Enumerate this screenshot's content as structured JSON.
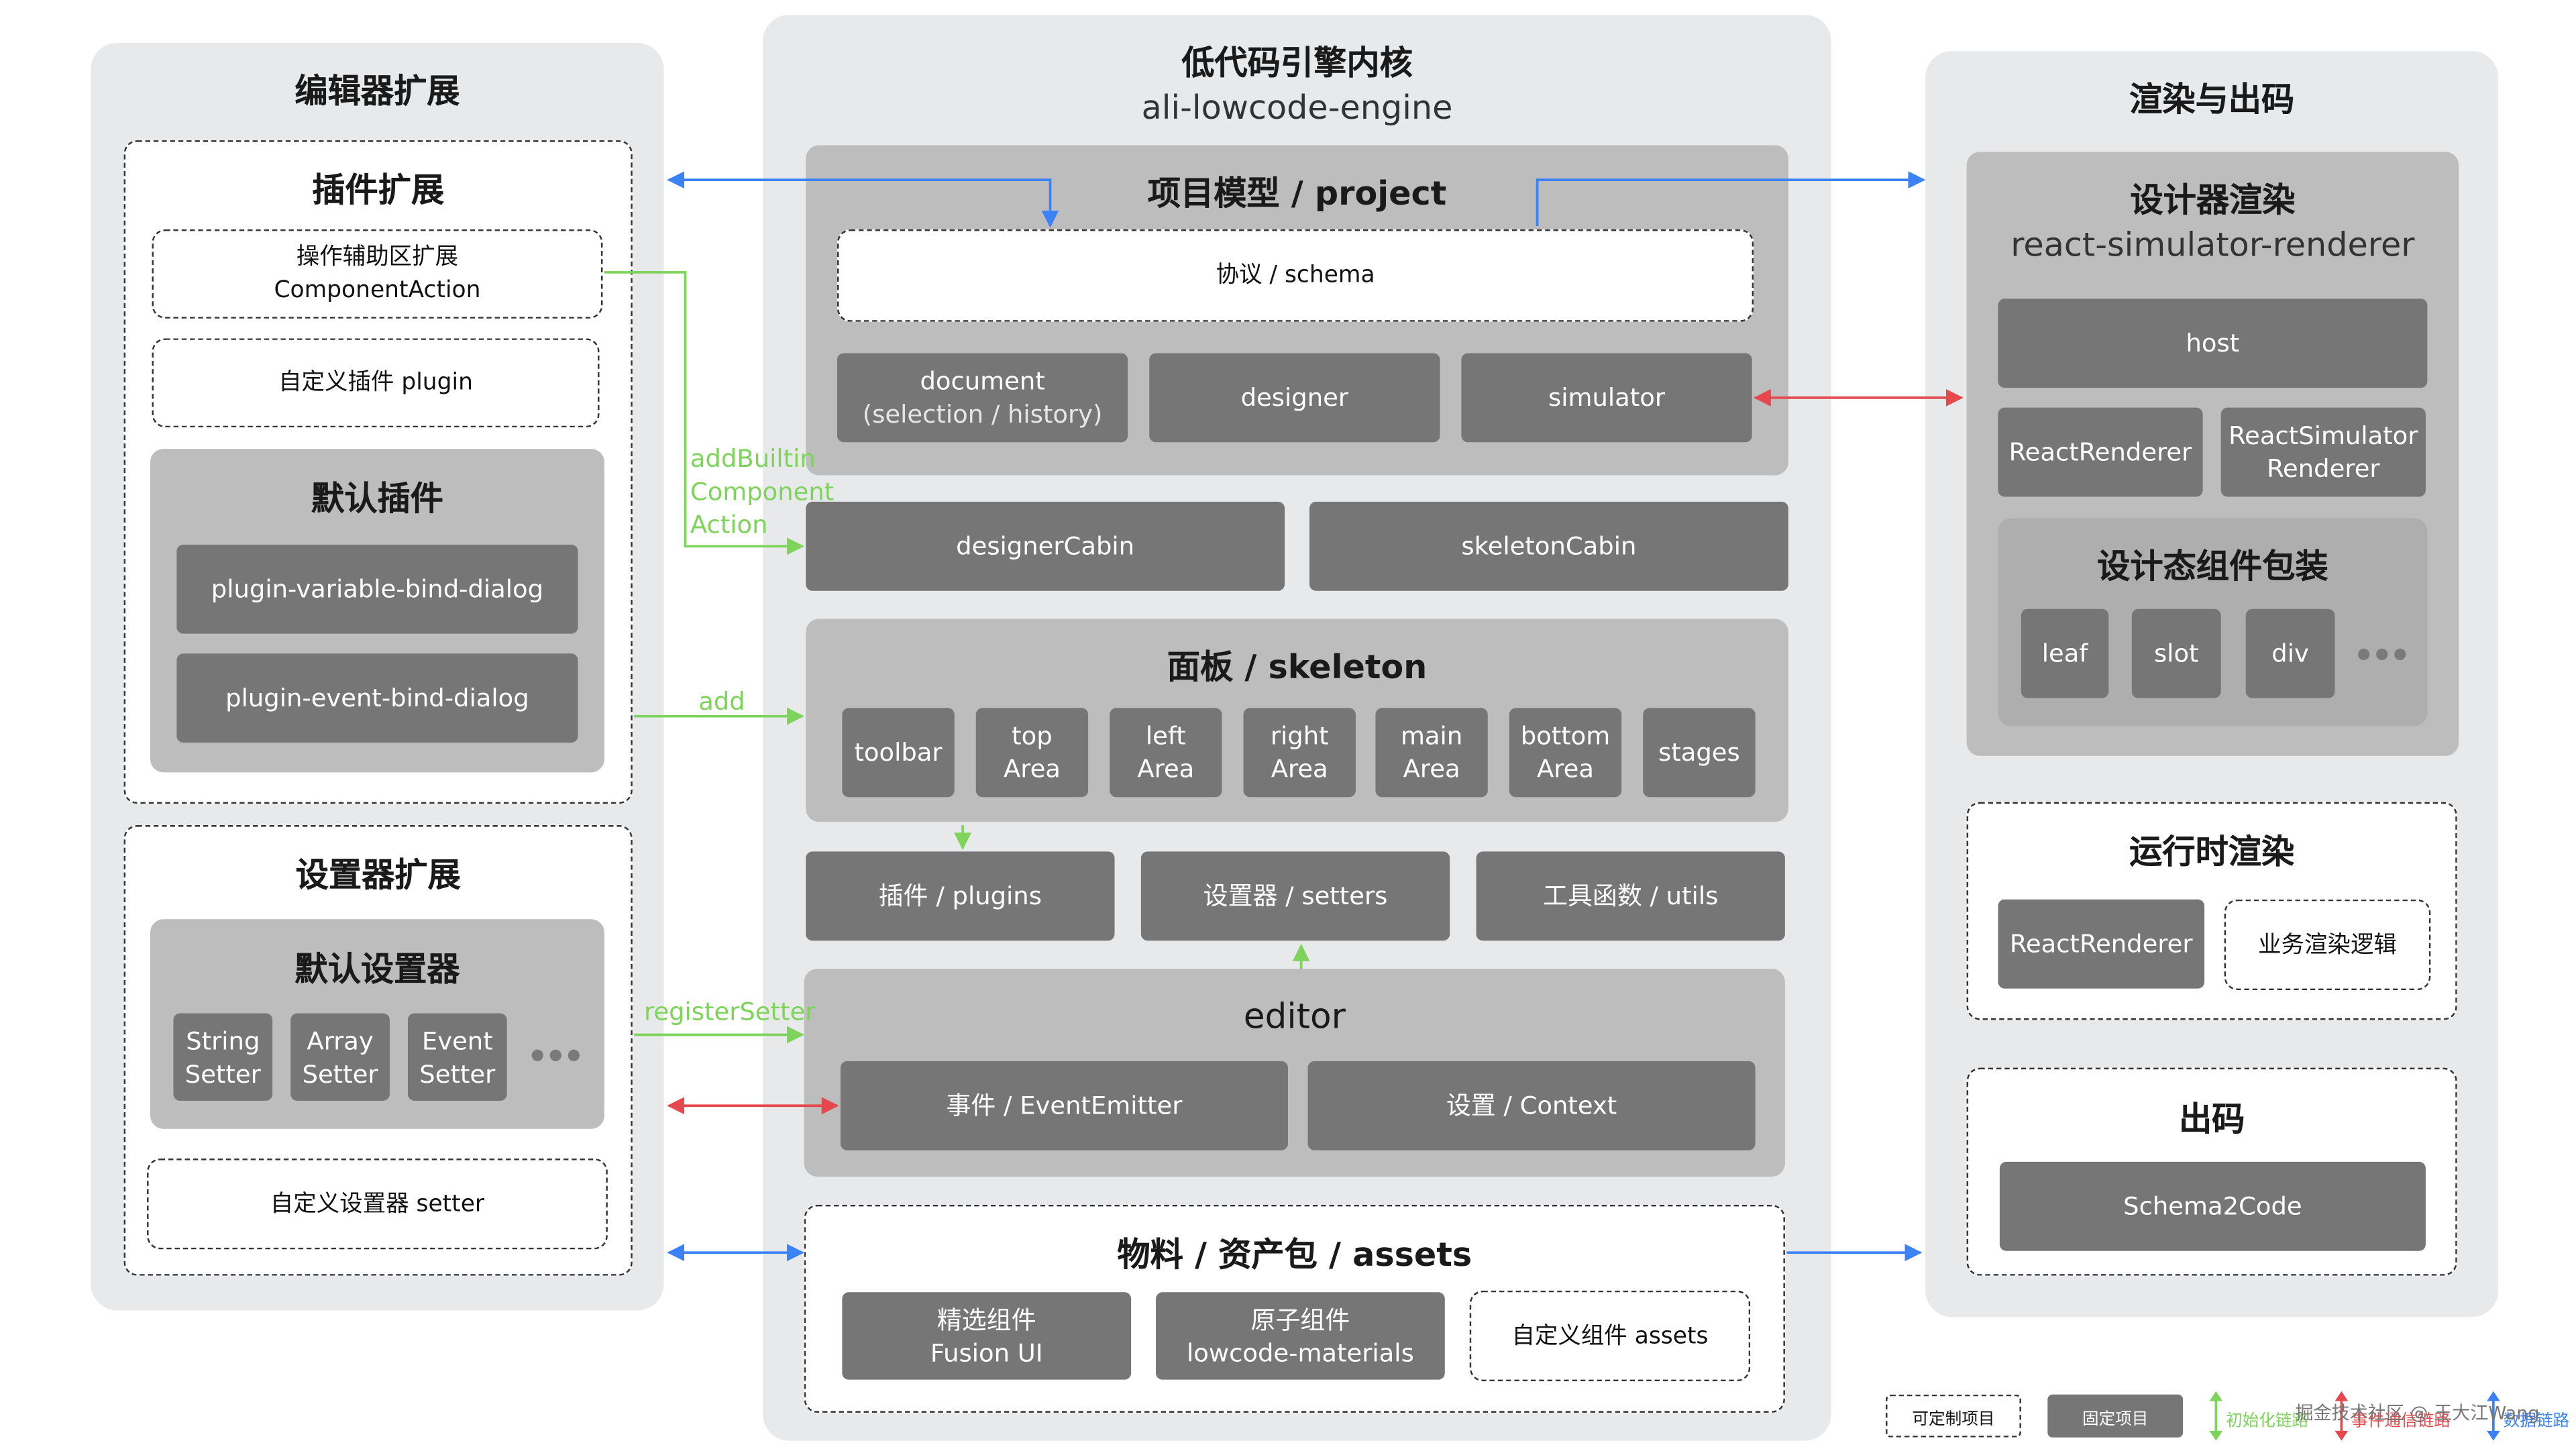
{
  "editor_ext": {
    "title": "编辑器扩展",
    "plugin_ext": {
      "title": "插件扩展",
      "component_action": [
        "操作辅助区扩展",
        "ComponentAction"
      ],
      "custom_plugin": "自定义插件 plugin",
      "default_plugins": {
        "title": "默认插件",
        "items": [
          "plugin-variable-bind-dialog",
          "plugin-event-bind-dialog"
        ]
      }
    },
    "setter_ext": {
      "title": "设置器扩展",
      "default_setters": {
        "title": "默认设置器",
        "items": [
          [
            "String",
            "Setter"
          ],
          [
            "Array",
            "Setter"
          ],
          [
            "Event",
            "Setter"
          ]
        ]
      },
      "custom_setter": "自定义设置器 setter"
    }
  },
  "core": {
    "title": "低代码引擎内核",
    "subtitle": "ali-lowcode-engine",
    "project": {
      "title": "项目模型 / project",
      "schema": "协议 / schema",
      "document": [
        "document",
        "(selection / history)"
      ],
      "designer": "designer",
      "simulator": "simulator"
    },
    "designer_cabin": "designerCabin",
    "skeleton_cabin": "skeletonCabin",
    "skeleton": {
      "title": "面板 / skeleton",
      "areas": [
        [
          "toolbar"
        ],
        [
          "top",
          "Area"
        ],
        [
          "left",
          "Area"
        ],
        [
          "right",
          "Area"
        ],
        [
          "main",
          "Area"
        ],
        [
          "bottom",
          "Area"
        ],
        [
          "stages"
        ]
      ]
    },
    "plugins": "插件 / plugins",
    "setters": "设置器 / setters",
    "utils": "工具函数 / utils",
    "editor": {
      "title": "editor",
      "event_emitter": "事件 / EventEmitter",
      "context": "设置 / Context"
    },
    "assets": {
      "title": "物料 / 资产包 / assets",
      "fusion": [
        "精选组件",
        "Fusion UI"
      ],
      "atomic": [
        "原子组件",
        "lowcode-materials"
      ],
      "custom": "自定义组件 assets"
    }
  },
  "render": {
    "title": "渲染与出码",
    "designer_render": {
      "title": "设计器渲染",
      "subtitle": "react-simulator-renderer",
      "host": "host",
      "react_renderer": "ReactRenderer",
      "react_simulator_renderer": [
        "ReactSimulator",
        "Renderer"
      ],
      "wrapper": {
        "title": "设计态组件包装",
        "items": [
          "leaf",
          "slot",
          "div"
        ]
      }
    },
    "runtime": {
      "title": "运行时渲染",
      "react_renderer": "ReactRenderer",
      "business_logic": "业务渲染逻辑"
    },
    "codegen": {
      "title": "出码",
      "schema2code": "Schema2Code"
    }
  },
  "edge_labels": {
    "add_builtin": [
      "addBuiltin",
      "Component",
      "Action"
    ],
    "add": "add",
    "register_setter": "registerSetter"
  },
  "legend": {
    "customizable": "可定制项目",
    "fixed": "固定项目",
    "init_link": "初始化链路",
    "comm_link": "事件通信链路",
    "data_link": "数据链路"
  },
  "watermark": "掘金技术社区 @ 王大江Wang",
  "colors": {
    "green": "#7ed35b",
    "blue": "#3b82f6",
    "red": "#e5484d",
    "box_gray": "#767676",
    "mid_gray": "#bdbdbd",
    "panel_gray": "#e8e9eb"
  }
}
